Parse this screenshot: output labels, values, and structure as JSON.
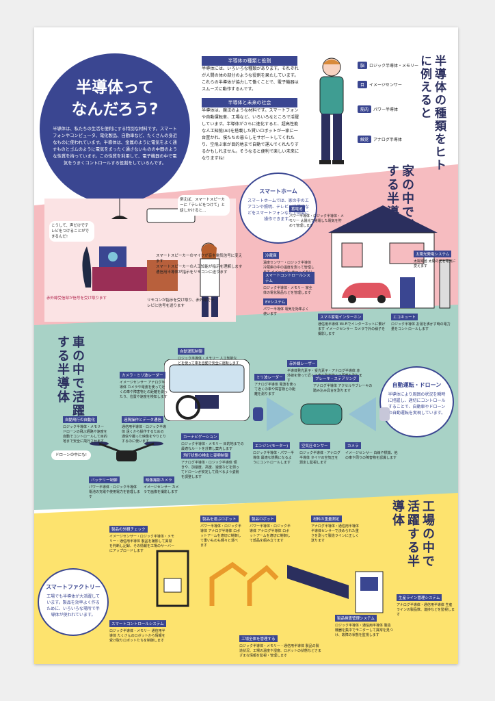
{
  "intro": {
    "title_line1": "半導体って",
    "title_line2": "なんだろう?",
    "body": "半導体は、私たちの生活を便利にする特別な材料です。スマートフォンやコンピュータ、電化製品、自動車など、たくさんの身近なものに使われています。半導体は、金属のように電気をよく通すものとゴムのように電気をまったく通さないものの中間のような性質を持っています。この性質を利用して、電子機器の中で電気をうまくコントロールする役割をしているんです。"
  },
  "types_section": {
    "heading": "半導体の種類と役割",
    "body": "半導体には、いろいろな種類があります。それぞれが人間の体の部分のような役割を果たしています。これらの半導体が協力して働くことで、電子機器はスムーズに動作するんです。"
  },
  "future_section": {
    "heading": "半導体と未来の社会",
    "body": "半導体は、魔法のような材料です。スマートフォンや自動運転車、工場など、いろいろなところで活躍しています。半導体がさらに進化すると、超高性能な人工知能(AI)を搭載した賢いロボットが一家に一台置かれ、僕たちの暮らしをサポートしてくれたり、空飛ぶ車が目的地まで自動で運んでくれたりするかもしれません。そうなると便利で楽しい未来になりますね!"
  },
  "human": {
    "vertical_title": "半導体の種類をヒトに例えると",
    "parts": [
      {
        "tag": "脳",
        "label": "ロジック半導体・メモリー"
      },
      {
        "tag": "目",
        "label": "イメージセンサー"
      },
      {
        "tag": "筋肉",
        "label": "パワー半導体"
      },
      {
        "tag": "触覚",
        "label": "アナログ半導体"
      }
    ]
  },
  "home": {
    "vertical_title": "家の中で活躍する半導体",
    "bubble_title": "スマートホーム",
    "bubble_body": "スマートホームでは、家の中のエアコンや照明、テレビ、冷蔵庫などをスマートフォンなどで簡単に操作できます。",
    "speech_left": "こうして、声だけでテレビをつけることができるんだ!",
    "speech_right": "例えば、スマートスピーカーに「テレビをつけて」と話しかけると…",
    "steps": [
      "スマートスピーカーのマイクが音を電気信号に変えます",
      "スマートスピーカーの人工知能が指示を理解します",
      "通信用半導体が指示をリモコンに送ります"
    ],
    "remote_note": "リモコンが指示を受け取り、赤外線でテレビに信号を送ります",
    "tv_note": "赤外線受信部が信号を受け取ります",
    "boxes": [
      {
        "title": "蓄電池",
        "body": "パワー半導体・ロジック半導体・メモリー 太陽光で発電した電気を貯めて管理します"
      },
      {
        "title": "太陽光発電システム",
        "body": "太陽電池 太陽の光を電気に変えます"
      },
      {
        "title": "冷蔵庫",
        "body": "温度センサー・ロジック半導体 冷蔵庫の中の温度を測って管理します イメージセンサー・メモリー 冷蔵庫の中の食材を記録・管理します"
      },
      {
        "title": "スマートコントロールシステム",
        "body": "ロジック半導体・メモリー 家全体の電化製品などを管理します"
      },
      {
        "title": "EVシステム",
        "body": "パワー半導体 電気を効率よく使います"
      },
      {
        "title": "スマホ家電インターホン",
        "body": "通信用半導体 Wi-Fiでインターネットに繋げます イメージセンサー カメラで外の様子を撮影します"
      },
      {
        "title": "エコキュート",
        "body": "ロジック半導体 お湯を沸かす時の電力量をコントロールします"
      }
    ]
  },
  "car": {
    "vertical_title": "車の中で活躍する半導体",
    "bubble_title": "自動運転・ドローン",
    "bubble_body": "半導体により周囲の状況を瞬時に把握し、適切にコントロールすることで、自動車やドローンの自動運転を実現しています。",
    "drone_label": "ドローンの中にも!",
    "boxes": [
      {
        "title": "自動運転制御",
        "body": "ロジック半導体・メモリー 人工知能などを使って車を自動で安全に運転します"
      },
      {
        "title": "カメラ・ミリ波レーダー",
        "body": "イメージセンサー アナログ半導体 カメラや電波を使って近くの車や障害物との距離を測ったり、位置や速度を検知します"
      },
      {
        "title": "自動飛行の自動化",
        "body": "ロジック半導体・メモリー ドローンの飛ぶ経路や速度を自動でコントロールして目的地まで安全に飛行させます"
      },
      {
        "title": "遠隔操作とデータ通信",
        "body": "通信用半導体・ロジック半導体 遠くから操作するための通信や撮った映像をやりとりするのに使います"
      },
      {
        "title": "カーナビゲーション",
        "body": "ロジック半導体・メモリー 目的地までの最適なルートを計算し案内します"
      },
      {
        "title": "飛行状態の検出と姿勢制御",
        "body": "アナログ半導体・ロジック半導体 傾きや、加速度、高度、速度などを測ってドローンが安定して飛べるよう姿勢を調整します"
      },
      {
        "title": "バッテリー制御",
        "body": "パワー半導体・ロジック半導体 電池の充電や使用電力を管理します"
      },
      {
        "title": "映像撮影カメラ",
        "body": "イメージセンサー カメラで画像を撮影します"
      },
      {
        "title": "赤外線レーザー",
        "body": "半導体発光素子・受光素子・アナログ半導体 赤外線を使って近くの車や障害物との距離を測ります"
      },
      {
        "title": "ミリ波レーダー",
        "body": "アナログ半導体 電波を使って近くの車や障害物との距離を測ります"
      },
      {
        "title": "ブレーキ・ステアリング",
        "body": "アナログ半導体 アクセルやブレーキの踏み込み具合を測ります"
      },
      {
        "title": "エンジン(モーター)",
        "body": "ロジック半導体・パワー半導体 最適な燃費になるようにコントロールします"
      },
      {
        "title": "空気圧センサー",
        "body": "ロジック半導体・アナログ半導体 タイヤの空気圧を測定し監視します"
      },
      {
        "title": "カメラ",
        "body": "イメージセンサー 白線や標識、他の車や周りの障害物を認識します"
      }
    ]
  },
  "factory": {
    "vertical_title": "工場の中で活躍する半導体",
    "bubble_title": "スマートファクトリー",
    "bubble_body": "工場でも半導体が大活躍しています。製品を効率よく作るために、いろいろな場所で半導体が使われています。",
    "boxes": [
      {
        "title": "製品の外観チェック",
        "body": "イメージセンサー・ロジック半導体・メモリー・通信用半導体 製品を撮影して異常を判断し記録、その情報を工場のサーバーにアップロードします"
      },
      {
        "title": "製品を運ぶロボット",
        "body": "パワー半導体・ロジック半導体 アナログ半導体 ロボットアームを適切に制御して重いものも軽々と運べます"
      },
      {
        "title": "製品ロボット",
        "body": "パワー半導体・ロジック半導体 アナログ半導体 ロボットアームを適切に制御して部品を組み立てます"
      },
      {
        "title": "材料の重量測定",
        "body": "アナログ半導体・通信用半導体 半導体センサーで決められた重さを測って製造ラインに正しく送ります"
      },
      {
        "title": "生産ライン管理システム",
        "body": "アナログ半導体・通信用半導体 生産ラインの製品数、進捗などを監視します"
      },
      {
        "title": "製品検査管理システム",
        "body": "ロジック半導体・通信用半導体 製造機器を集中でモニターして異常を見つけ、故障の状態を監視します"
      },
      {
        "title": "スマートコントロールシステム",
        "body": "ロジック半導体・メモリー 通信用半導体 たくさんのロボットから情報を受け取りロボットたちを制御します"
      },
      {
        "title": "工場全体を管理する",
        "body": "ロジック半導体・メモリー・通信用半導体 製品の製造状況、工場の温度や湿度、ロボットの状態などさまざまな情報を監視・管理します"
      }
    ]
  }
}
